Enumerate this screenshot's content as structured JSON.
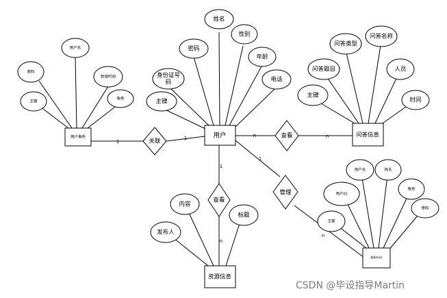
{
  "entities": {
    "user_role": "用户角色",
    "user": "用户",
    "qa_info": "问答信息",
    "resource_info": "资源信息",
    "admin": "Admin"
  },
  "relationships": {
    "associate": "关联",
    "view_qa": "查看",
    "view_resource": "查看",
    "manage": "管理"
  },
  "user_role_attrs": {
    "pk": "主键",
    "password": "密码",
    "username": "用户名",
    "created_time": "新增时间",
    "role": "角色"
  },
  "user_attrs": {
    "pk": "主键",
    "id_number": "身份证号码",
    "password": "密码",
    "name": "姓名",
    "gender": "性别",
    "age": "年龄",
    "phone": "电话"
  },
  "qa_attrs": {
    "pk": "主键",
    "question": "问答题目",
    "type": "问答类型",
    "title_name": "问答名称",
    "person": "人员",
    "time": "时间"
  },
  "resource_attrs": {
    "publisher": "发布人",
    "content": "内容",
    "title": "标题"
  },
  "admin_attrs": {
    "pk": "主键",
    "user_id": "用户ID",
    "username": "用户名",
    "name": "姓名",
    "role": "角色",
    "password": "密码"
  },
  "cardinality": {
    "role_left": "1",
    "role_right": "1",
    "qa_user": "n",
    "qa_entity": "n",
    "res_user": "1",
    "res_entity": "n",
    "manage_user": "1",
    "manage_admin": "n"
  },
  "watermark": "CSDN @毕设指导Martin"
}
